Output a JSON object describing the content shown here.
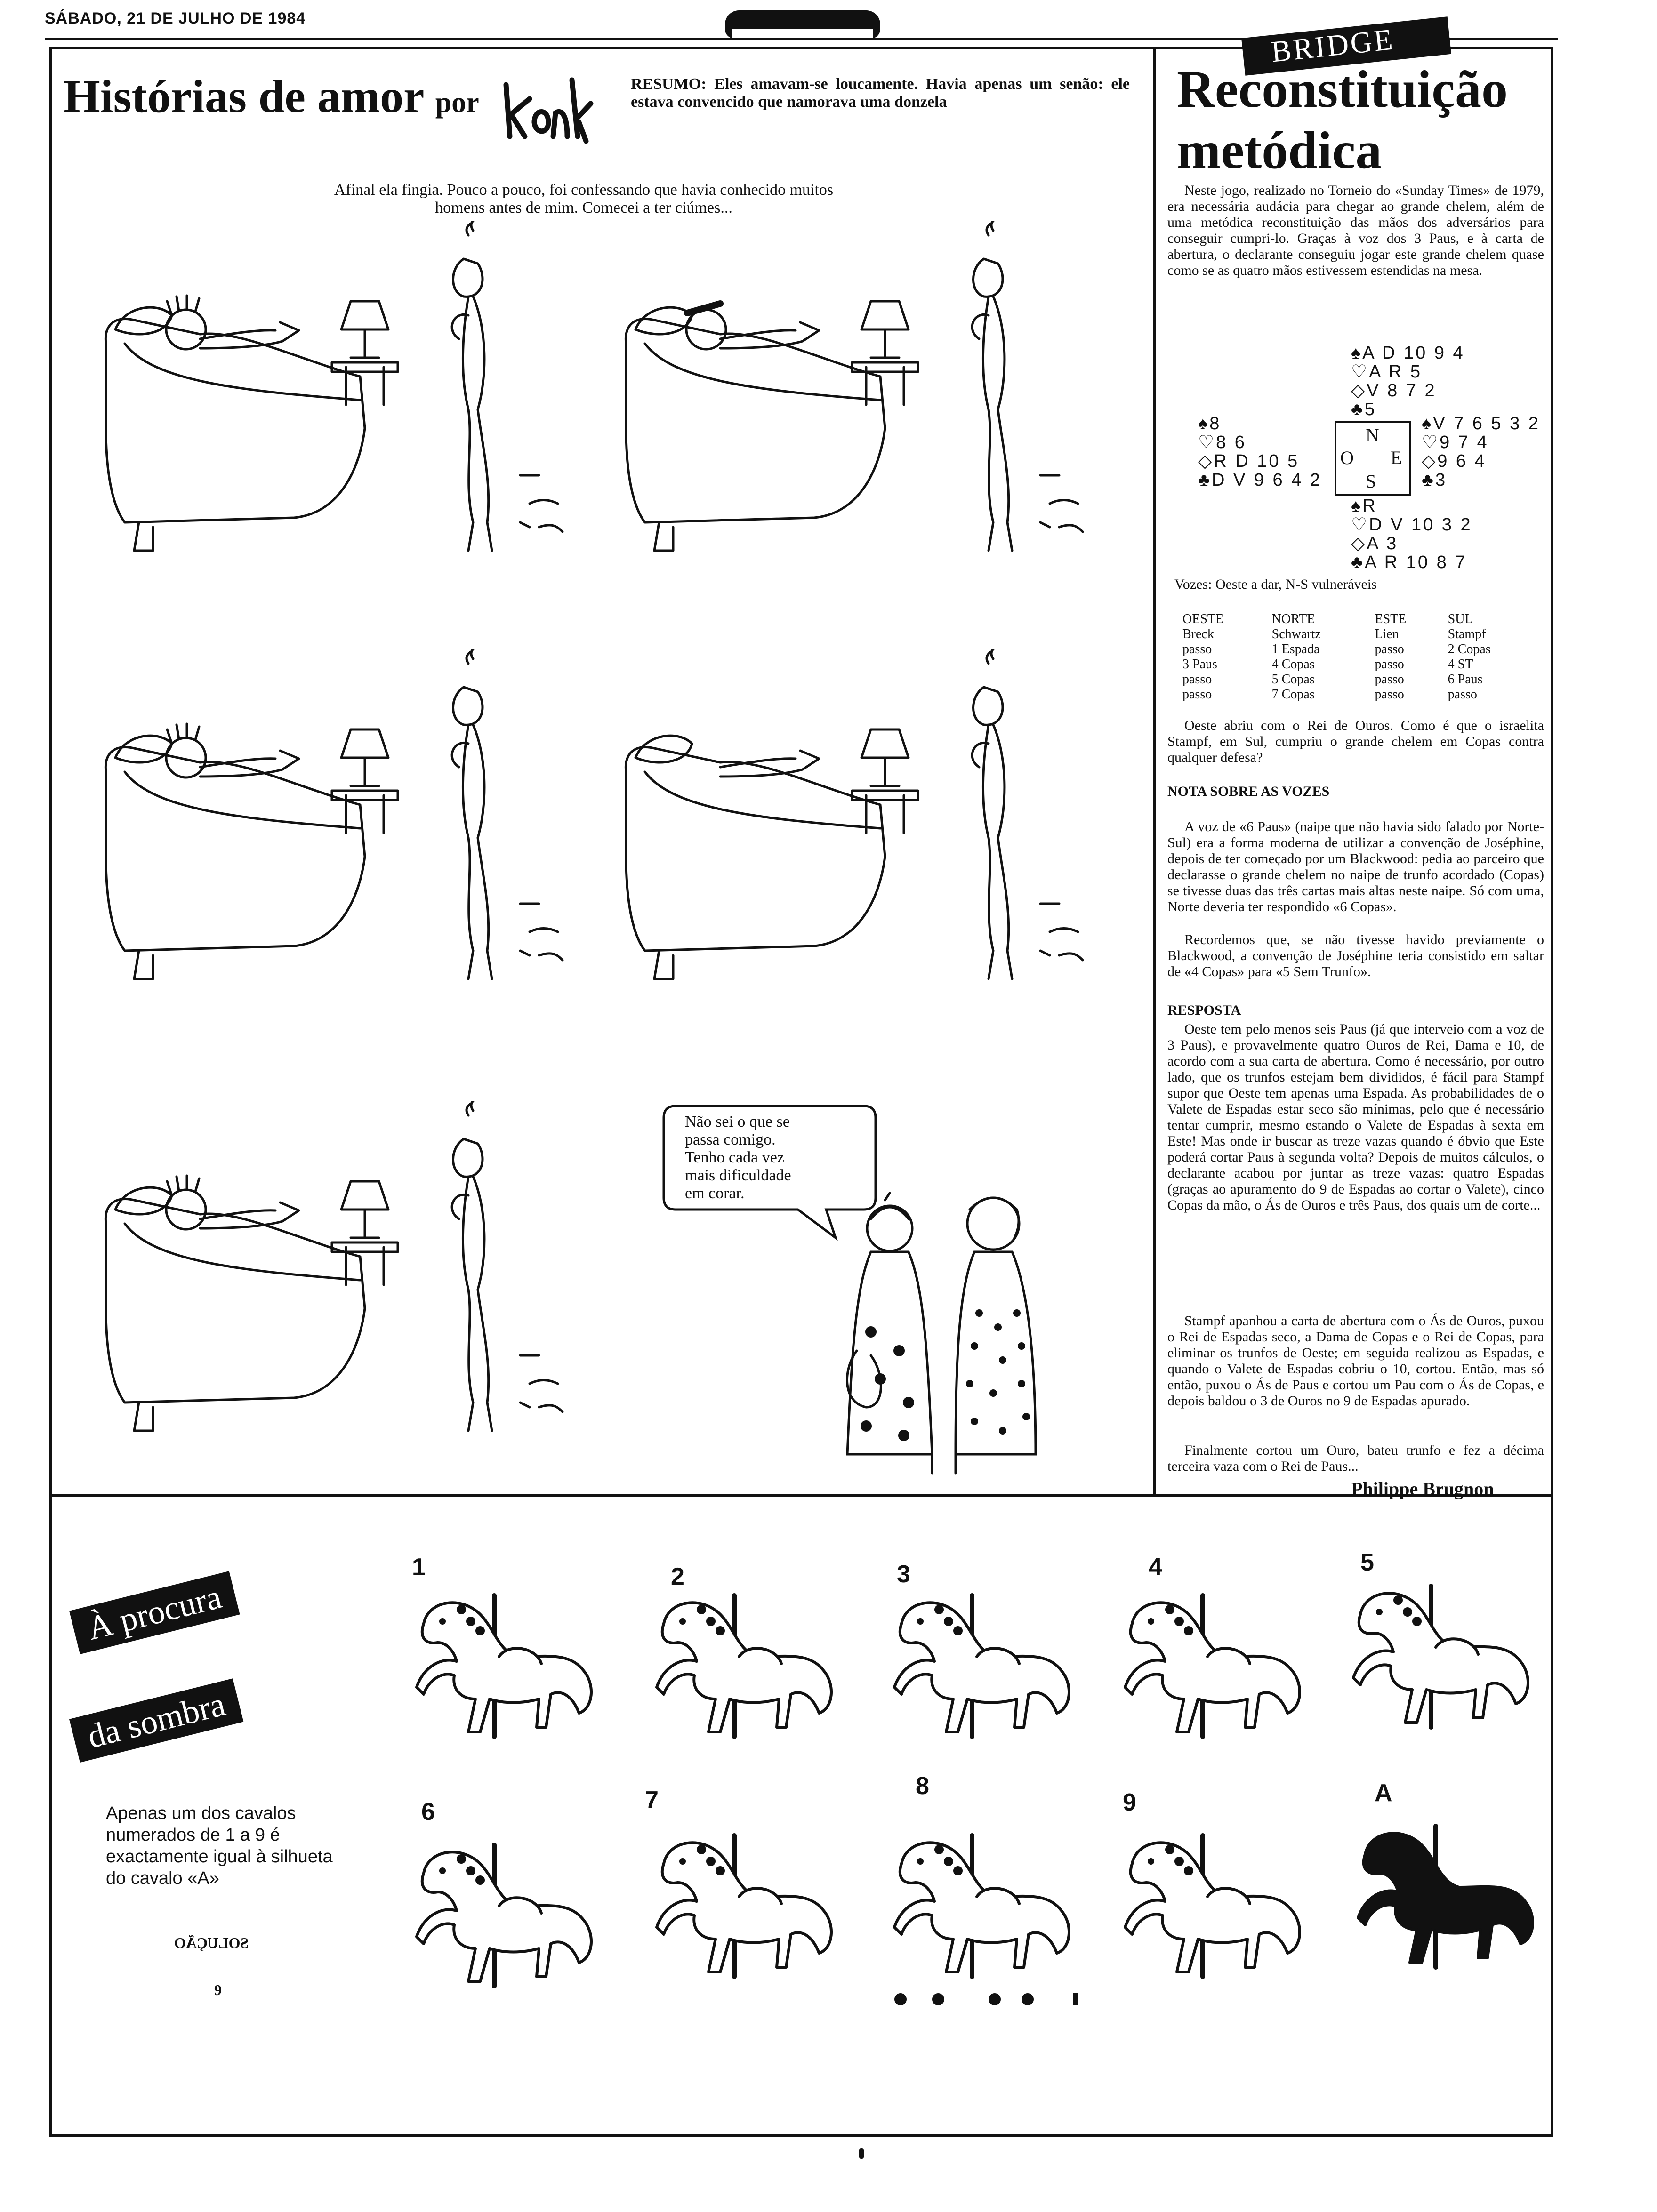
{
  "header": {
    "date_line": "SÁBADO, 21 DE JULHO DE 1984"
  },
  "comic": {
    "title": "Histórias de amor",
    "by": "por",
    "summary_lead": "RESUMO:",
    "summary_text": "Eles amavam-se loucamente. Havia apenas um senão: ele estava convencido que namorava uma donzela",
    "caption": "Afinal ela fingia. Pouco a pouco, foi confessando que havia conhecido muitos homens antes de mim. Comecei a ter ciúmes...",
    "speech": "Não sei o que se passa comigo. Tenho cada vez mais dificuldade em corar."
  },
  "bridge": {
    "tag": "BRIDGE",
    "title_line1": "Reconstituição",
    "title_line2": "metódica",
    "intro": "Neste jogo, realizado no Torneio do «Sunday Times» de 1979, era necessária audácia para chegar ao grande chelem, além de uma metódica reconstituição das mãos dos adversários para conseguir cumpri-lo. Graças à voz dos 3 Paus, e à carta de abertura, o declarante conseguiu jogar este grande chelem quase como se as quatro mãos estivessem estendidas na mesa.",
    "north": {
      "spades": "A D 10 9 4",
      "hearts": "A R 5",
      "diamonds": "V 8 7 2",
      "clubs": "5"
    },
    "west": {
      "spades": "8",
      "hearts": "8 6",
      "diamonds": "R D 10 5",
      "clubs": "D V 9 6 4 2"
    },
    "east": {
      "spades": "V 7 6 5 3 2",
      "hearts": "9 7 4",
      "diamonds": "9 6 4",
      "clubs": "3"
    },
    "south": {
      "spades": "R",
      "hearts": "D V 10 3 2",
      "diamonds": "A 3",
      "clubs": "A R 10 8 7"
    },
    "compass": {
      "n": "N",
      "o": "O",
      "e": "E",
      "s": "S"
    },
    "vulnerability": "Vozes: Oeste a dar, N-S vulneráveis",
    "bidding_headers": [
      "OESTE",
      "NORTE",
      "ESTE",
      "SUL"
    ],
    "bidding_rows": [
      [
        "Breck",
        "Schwartz",
        "Lien",
        "Stampf"
      ],
      [
        "passo",
        "1 Espada",
        "passo",
        "2 Copas"
      ],
      [
        "3 Paus",
        "4 Copas",
        "passo",
        "4 ST"
      ],
      [
        "passo",
        "5 Copas",
        "passo",
        "6 Paus"
      ],
      [
        "passo",
        "7 Copas",
        "passo",
        "passo"
      ]
    ],
    "question": "Oeste abriu com o Rei de Ouros. Como é que o israelita Stampf, em Sul, cumpriu o grande chelem em Copas contra qualquer defesa?",
    "note_heading": "NOTA SOBRE AS VOZES",
    "note_p1": "A voz de «6 Paus» (naipe que não havia sido falado por Norte-Sul) era a forma moderna de utilizar a convenção de Joséphine, depois de ter começado por um Blackwood: pedia ao parceiro que declarasse o grande chelem no naipe de trunfo acordado (Copas) se tivesse duas das três cartas mais altas neste naipe. Só com uma, Norte deveria ter respondido «6 Copas».",
    "note_p2": "Recordemos que, se não tivesse havido previamente o Blackwood, a convenção de Joséphine teria consistido em saltar de «4 Copas» para «5 Sem Trunfo».",
    "answer_heading": "RESPOSTA",
    "answer_p1": "Oeste tem pelo menos seis Paus (já que interveio com a voz de 3 Paus), e provavelmente quatro Ouros de Rei, Dama e 10, de acordo com a sua carta de abertura. Como é necessário, por outro lado, que os trunfos estejam bem divididos, é fácil para Stampf supor que Oeste tem apenas uma Espada. As probabilidades de o Valete de Espadas estar seco são mínimas, pelo que é necessário tentar cumprir, mesmo estando o Valete de Espadas à sexta em Este! Mas onde ir buscar as treze vazas quando é óbvio que Este poderá cortar Paus à segunda volta? Depois de muitos cálculos, o declarante acabou por juntar as treze vazas: quatro Espadas (graças ao apuramento do 9 de Espadas ao cortar o Valete), cinco Copas da mão, o Ás de Ouros e três Paus, dos quais um de corte...",
    "answer_p2": "Stampf apanhou a carta de abertura com o Ás de Ouros, puxou o Rei de Espadas seco, a Dama de Copas e o Rei de Copas, para eliminar os trunfos de Oeste; em seguida realizou as Espadas, e quando o Valete de Espadas cobriu o 10, cortou. Então, mas só então, puxou o Ás de Paus e cortou um Pau com o Ás de Copas, e depois baldou o 3 de Ouros no 9 de Espadas apurado.",
    "answer_p3": "Finalmente cortou um Ouro, bateu trunfo e fez a décima terceira vaza com o Rei de Paus...",
    "author": "Philippe Brugnon"
  },
  "puzzle": {
    "banner_line1": "À procura",
    "banner_line2": "da sombra",
    "text": "Apenas um dos cavalos numerados de 1 a 9 é exactamente igual à silhueta do cavalo «A»",
    "solution_mirror": "SOLUÇÃO",
    "page_number": "9",
    "labels": [
      "1",
      "2",
      "3",
      "4",
      "5",
      "6",
      "7",
      "8",
      "9",
      "A"
    ]
  },
  "icons": {
    "spade": "♠",
    "heart": "♡",
    "diamond": "◇",
    "club": "♣"
  }
}
